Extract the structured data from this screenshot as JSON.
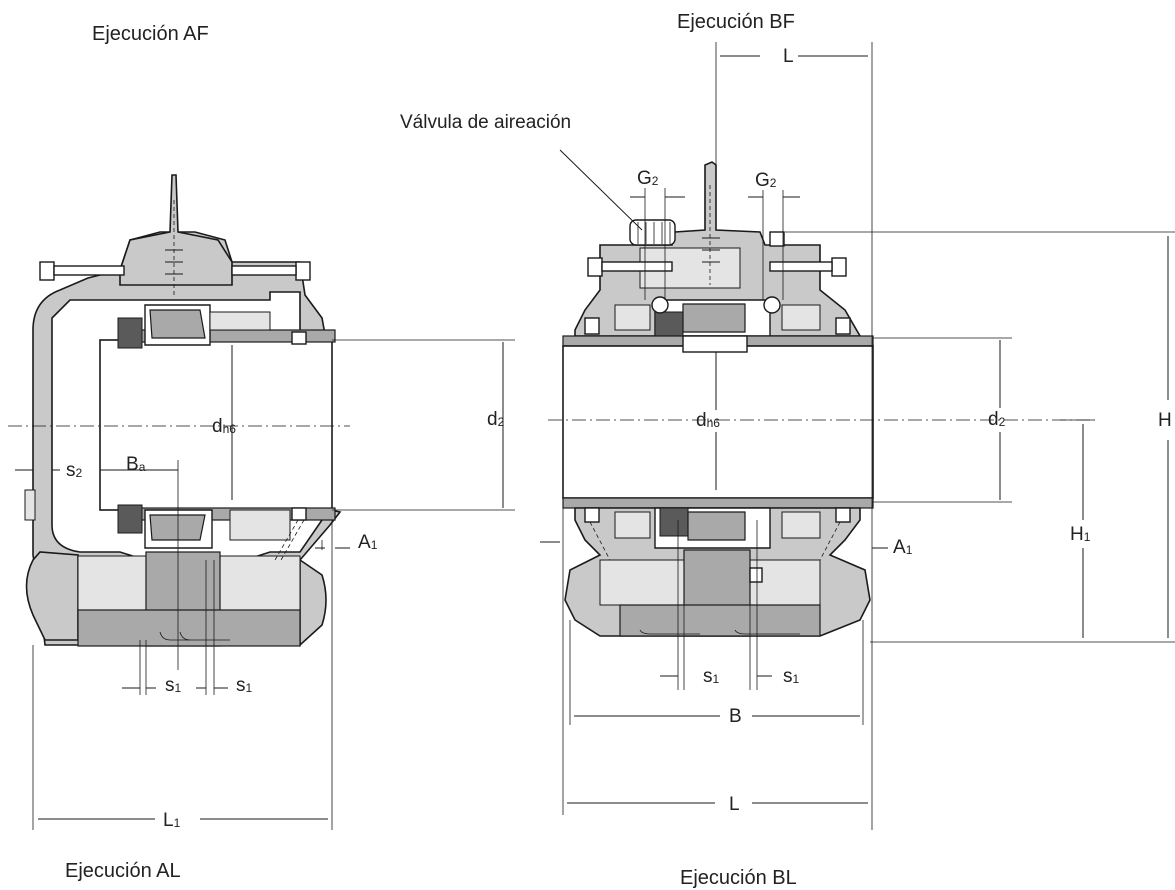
{
  "titles": {
    "top_left": "Ejecución AF",
    "top_right": "Ejecución BF",
    "bottom_left": "Ejecución AL",
    "bottom_right": "Ejecución BL"
  },
  "labels": {
    "valve": "Válvula de aireación",
    "L": "L",
    "L1": "L",
    "L1_sub": "1",
    "B": "B",
    "Ba": "B",
    "Ba_sub": "a",
    "H": "H",
    "H1": "H",
    "H1_sub": "1",
    "G2": "G",
    "G2_sub": "2",
    "d2": "d",
    "d2_sub": "2",
    "dh6": "d",
    "dh6_sub": "h6",
    "A1": "A",
    "A1_sub": "1",
    "s1": "s",
    "s1_sub": "1",
    "s2": "s",
    "s2_sub": "2"
  }
}
